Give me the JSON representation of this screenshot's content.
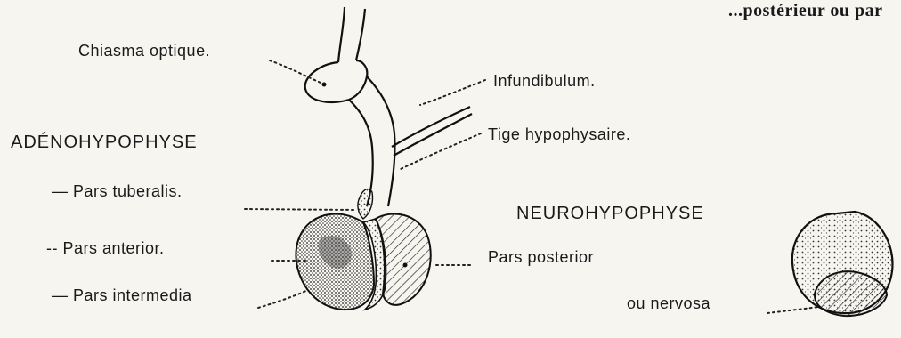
{
  "labels": {
    "top_corner": "...postérieur ou par",
    "chiasma": "Chiasma optique.",
    "infundibulum": "Infundibulum.",
    "adeno": "ADÉNOHYPOPHYSE",
    "tige": "Tige hypophysaire.",
    "tuberalis": "— Pars tuberalis.",
    "neuro": "NEUROHYPOPHYSE",
    "anterior": "-- Pars anterior.",
    "posterior": "Pars posterior",
    "intermedia": "— Pars intermedia",
    "nervosa": "ou nervosa"
  },
  "colors": {
    "ink": "#1a1a1a",
    "paper": "#f7f5f0"
  }
}
